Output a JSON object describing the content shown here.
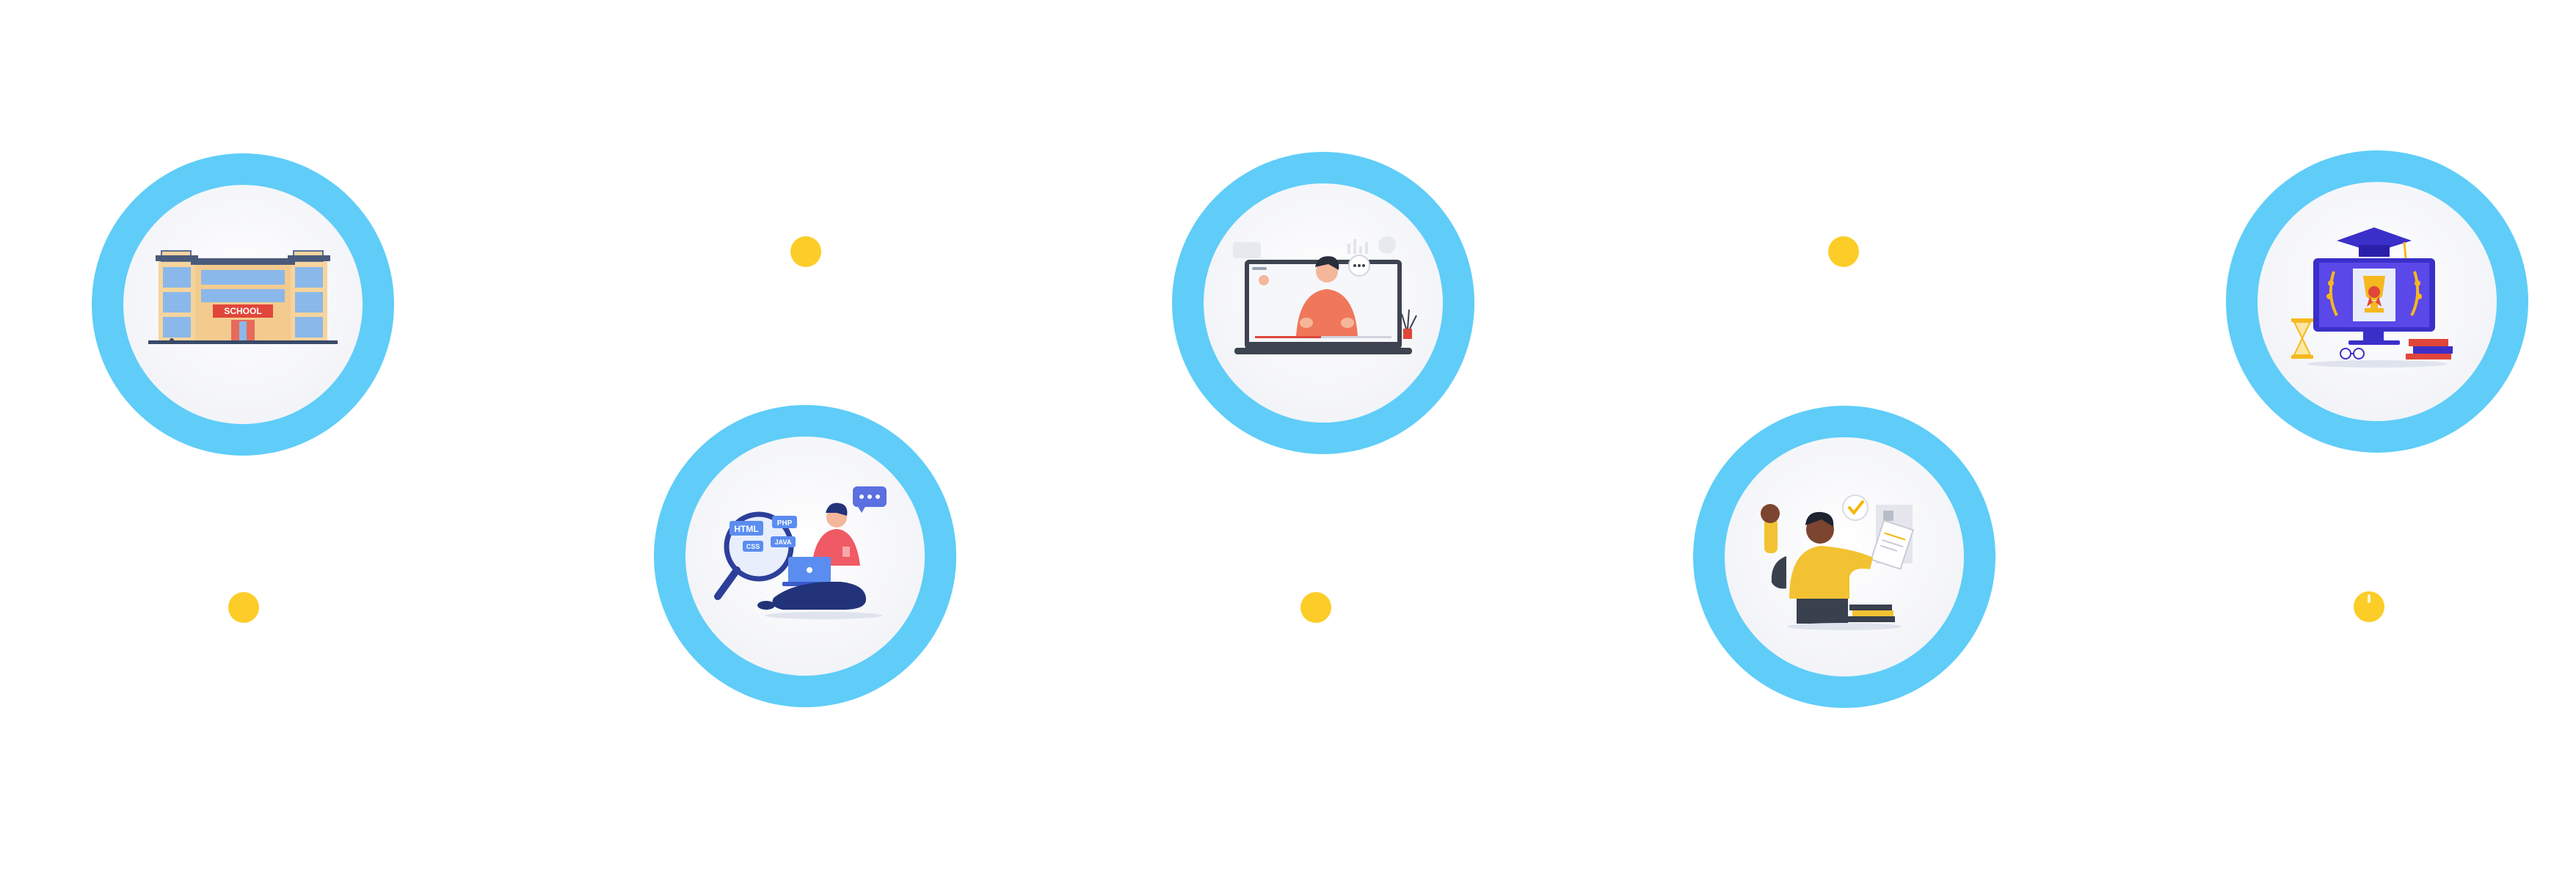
{
  "colors": {
    "ring": "#5fcdf8",
    "connector_dot": "#fccd28",
    "background": "#ffffff"
  },
  "steps": [
    {
      "icon": "school-building-icon",
      "sign_text": "SCHOOL"
    },
    {
      "icon": "web-coding-student-icon",
      "bubble_labels": [
        "HTML",
        "PHP",
        "CSS",
        "JAVA"
      ]
    },
    {
      "icon": "online-video-class-icon"
    },
    {
      "icon": "successful-student-icon"
    },
    {
      "icon": "graduation-trophy-monitor-icon"
    }
  ]
}
